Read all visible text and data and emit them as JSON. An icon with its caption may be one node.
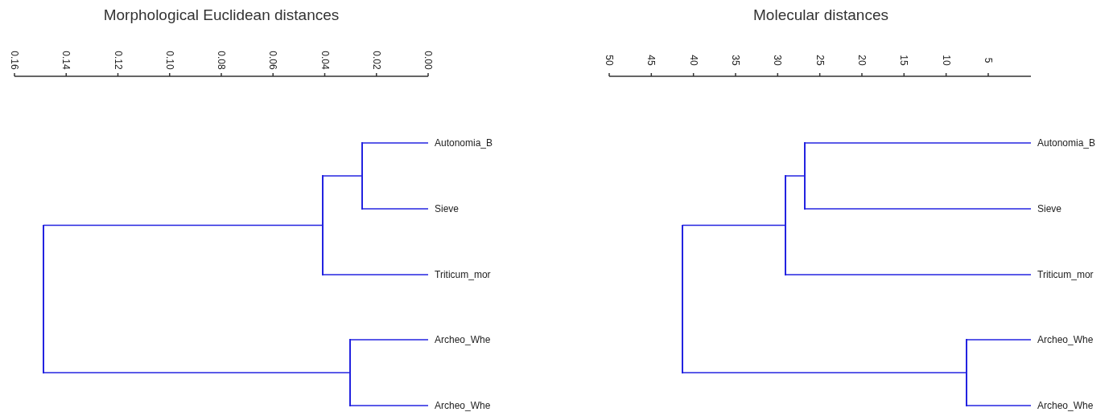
{
  "diagram": {
    "nodes": [
      {
        "text": [
          "Autonomia_B"
        ]
      },
      {
        "text": [
          "Sieve"
        ]
      },
      {
        "text": [
          "Triticum_mor"
        ]
      },
      {
        "text": [
          "Archeo_Whe"
        ]
      },
      {
        "text": [
          "Archeo_Whe"
        ]
      },
      {
        "text": [],
        "shape": "bar"
      },
      {
        "text": [],
        "shape": "bar"
      },
      {
        "text": [],
        "shape": "bar"
      },
      {
        "text": [],
        "shape": "bar"
      },
      {
        "text": [
          "Autonomia_B"
        ]
      },
      {
        "text": [
          "Sieve"
        ]
      },
      {
        "text": [
          "Triticum_mor"
        ]
      },
      {
        "text": [
          "Archeo_Whe"
        ]
      },
      {
        "text": [
          "Archeo_Whe"
        ]
      },
      {
        "text": [],
        "shape": "bar"
      },
      {
        "text": [],
        "shape": "bar"
      },
      {
        "text": [],
        "shape": "bar"
      },
      {
        "text": [],
        "shape": "bar"
      }
    ],
    "edges": [
      {
        "from": 5,
        "to": 0,
        "arrow": "none"
      },
      {
        "from": 5,
        "to": 1,
        "arrow": "none"
      },
      {
        "from": 6,
        "to": 5,
        "arrow": "none"
      },
      {
        "from": 6,
        "to": 2,
        "arrow": "none"
      },
      {
        "from": 7,
        "to": 3,
        "arrow": "none"
      },
      {
        "from": 7,
        "to": 4,
        "arrow": "none"
      },
      {
        "from": 8,
        "to": 6,
        "arrow": "none"
      },
      {
        "from": 8,
        "to": 7,
        "arrow": "none"
      },
      {
        "from": 14,
        "to": 9,
        "arrow": "none"
      },
      {
        "from": 14,
        "to": 10,
        "arrow": "none"
      },
      {
        "from": 15,
        "to": 14,
        "arrow": "none"
      },
      {
        "from": 15,
        "to": 11,
        "arrow": "none"
      },
      {
        "from": 16,
        "to": 12,
        "arrow": "none"
      },
      {
        "from": 16,
        "to": 13,
        "arrow": "none"
      },
      {
        "from": 17,
        "to": 15,
        "arrow": "none"
      },
      {
        "from": 17,
        "to": 16,
        "arrow": "none"
      }
    ],
    "labels": [
      "Morphological Euclidean distances",
      "Molecular distances",
      "0.16",
      "0.14",
      "0.12",
      "0.10",
      "0.08",
      "0.06",
      "0.04",
      "0.02",
      "0.00",
      "50",
      "45",
      "40",
      "35",
      "30",
      "25",
      "20",
      "15",
      "10",
      "5"
    ]
  }
}
